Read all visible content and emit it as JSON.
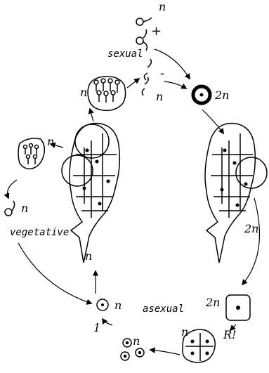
{
  "diagram": {
    "labels": {
      "n_top": "n",
      "plus": "+",
      "sexual": "sexual",
      "minus": "-",
      "n_gametes": "n",
      "zygote_2n": "2n",
      "n_sporangium": "n",
      "n_vegetative_sporangium": "n",
      "n_zoospore_left": "n",
      "vegetative": "vegetative",
      "n_left_arrow": "n",
      "two_n_right": "2n",
      "n_single_cell": "n",
      "one": "1",
      "asexual": "asexual",
      "two_n_cell": "2n",
      "n_tetrad": "n",
      "n_spores": "n",
      "meiosis": "R!"
    }
  }
}
